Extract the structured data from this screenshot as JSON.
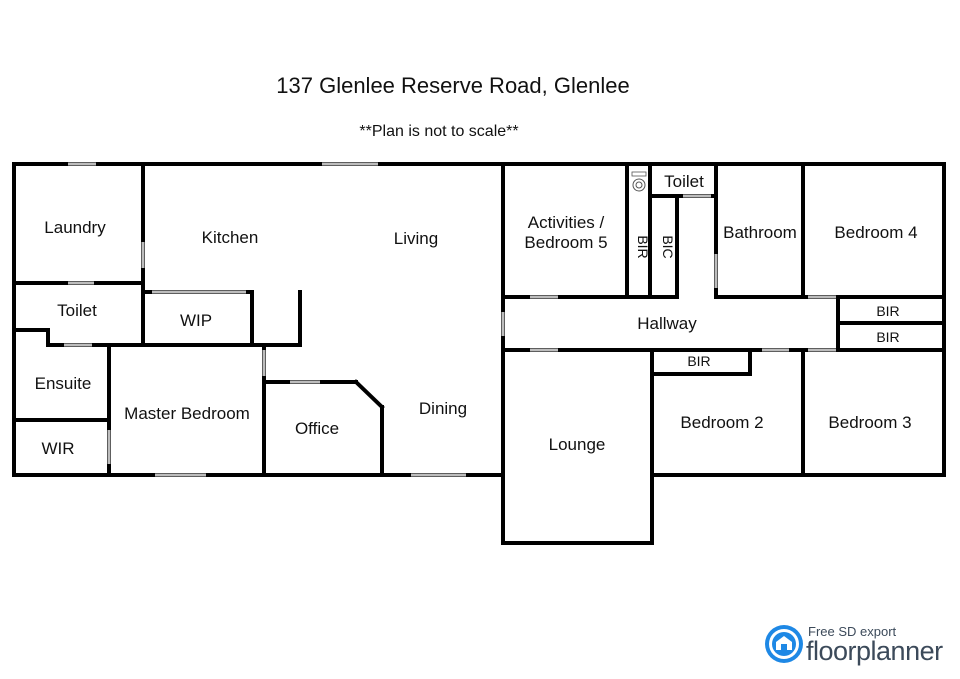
{
  "title": "137 Glenlee Reserve Road, Glenlee",
  "subtitle": "**Plan is not to scale**",
  "rooms": {
    "laundry": "Laundry",
    "kitchen": "Kitchen",
    "living": "Living",
    "toilet_left": "Toilet",
    "wip": "WIP",
    "ensuite": "Ensuite",
    "wir": "WIR",
    "master_bedroom": "Master Bedroom",
    "office": "Office",
    "dining": "Dining",
    "activities_line1": "Activities /",
    "activities_line2": "Bedroom 5",
    "bir_vertical": "BIR",
    "bic_vertical": "BIC",
    "toilet_right": "Toilet",
    "bathroom": "Bathroom",
    "bedroom4": "Bedroom 4",
    "bir_a": "BIR",
    "bir_b": "BIR",
    "hallway": "Hallway",
    "bir_hall": "BIR",
    "lounge": "Lounge",
    "bedroom2": "Bedroom 2",
    "bedroom3": "Bedroom 3"
  },
  "branding": {
    "tagline": "Free SD export",
    "name": "floorplanner",
    "logo_icon": "floorplanner-logo-icon",
    "logo_color": "#1e88e5"
  }
}
